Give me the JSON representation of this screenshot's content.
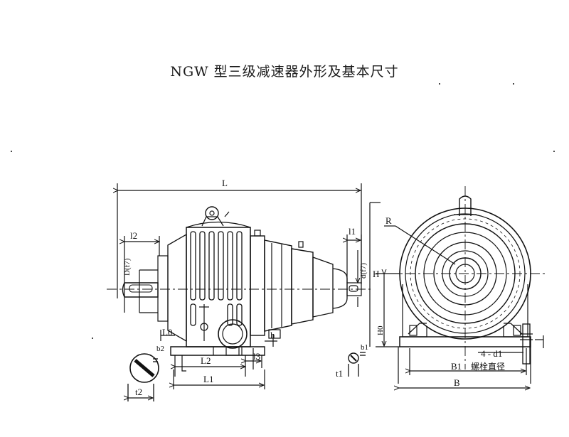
{
  "title": "NGW 型三级减速器外形及基本尺寸",
  "side_view": {
    "overall_length_label": "L",
    "shaft_extension_label": "l2",
    "output_shaft_dia_label": "D(f7)",
    "input_shaft_ext_label": "l1",
    "input_shaft_dia_label": "d(f7)",
    "height_label": "H",
    "foot_offset_label": "L0",
    "foot_thickness_label": "h",
    "foot_spacing_label": "L2",
    "foot_width_label": "l3",
    "base_length_label": "L1"
  },
  "key_detail_left": {
    "keyway_label": "b2",
    "depth_label": "t2"
  },
  "end_view": {
    "radius_label": "R",
    "center_height_label": "H0",
    "bolt_label": "4 - d1",
    "bolt_spacing_label": "B1",
    "bolt_dia_label": "螺栓直径",
    "overall_width_label": "B"
  },
  "key_detail_right": {
    "keyway_label": "b1",
    "depth_label": "t1"
  }
}
